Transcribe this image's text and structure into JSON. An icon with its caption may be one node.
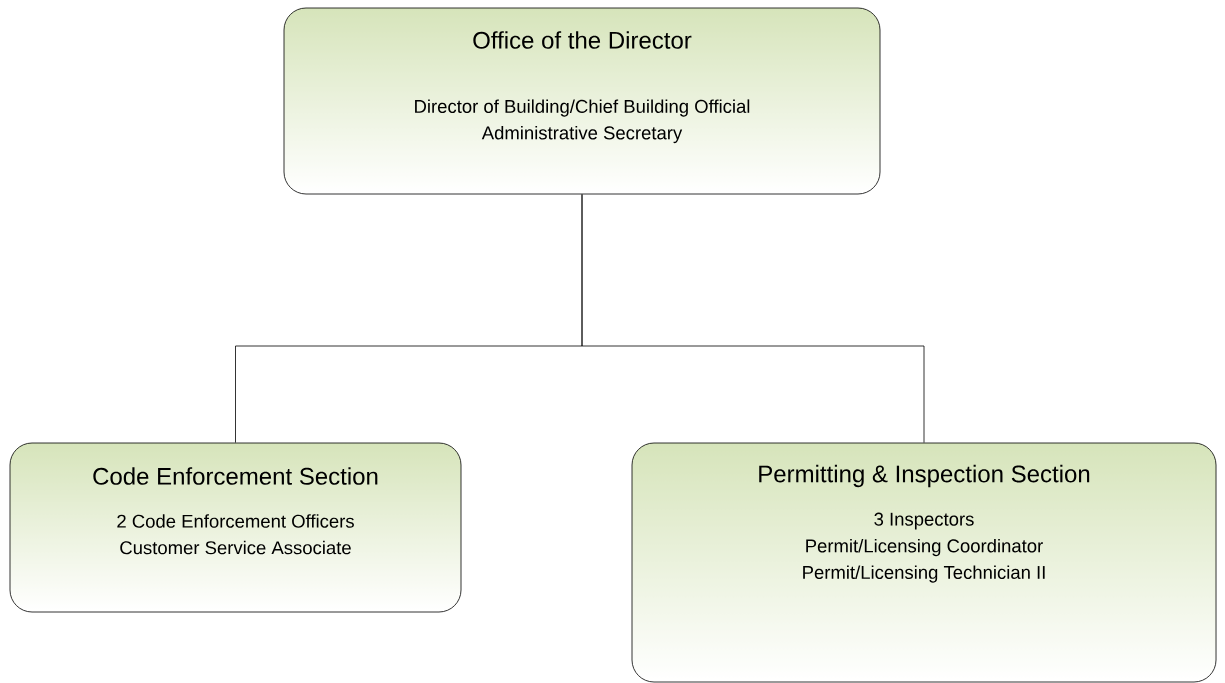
{
  "diagram": {
    "nodes": [
      {
        "text": [
          "Office of the Director",
          "Director of Building/Chief Building Official",
          "Administrative Secretary"
        ]
      },
      {
        "text": [
          "Code Enforcement Section",
          "2 Code Enforcement Officers",
          "Customer Service Associate"
        ]
      },
      {
        "text": [
          "Permitting & Inspection Section",
          "3 Inspectors",
          "Permit/Licensing Coordinator",
          "Permit/Licensing Technician II"
        ]
      }
    ],
    "edges": [
      {
        "from": 0,
        "to": 1,
        "arrow": "none"
      },
      {
        "from": 0,
        "to": 2,
        "arrow": "none"
      }
    ]
  }
}
